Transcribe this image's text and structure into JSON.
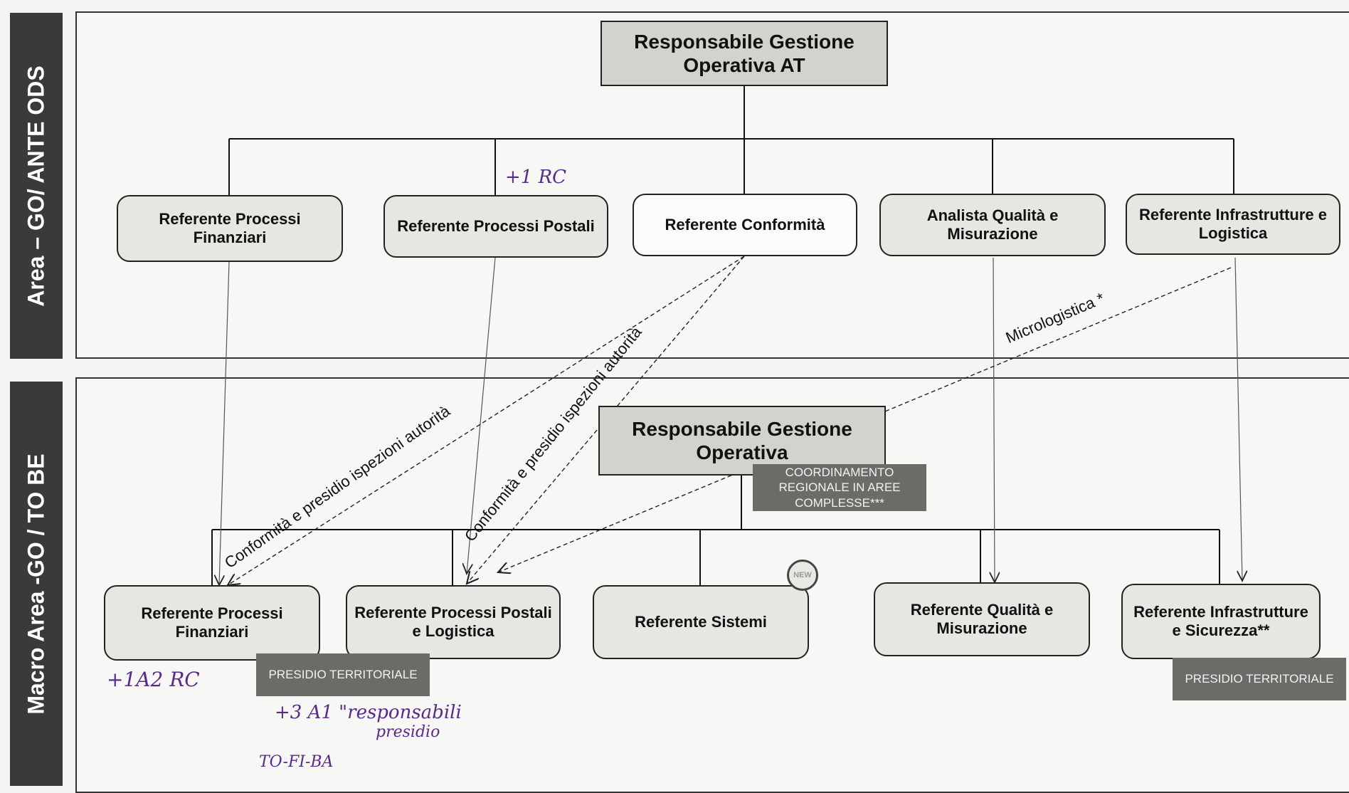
{
  "bands": {
    "top": "Area – GO/ ANTE ODS",
    "bottom": "Macro Area -GO / TO BE"
  },
  "top": {
    "root": "Responsabile Gestione Operativa AT",
    "nodes": [
      "Referente Processi Finanziari",
      "Referente Processi Postali",
      "Referente Conformità",
      "Analista Qualità e Misurazione",
      "Referente Infrastrutture e Logistica"
    ]
  },
  "bottom": {
    "root": "Responsabile Gestione Operativa",
    "root_tag": "COORDINAMENTO REGIONALE IN AREE COMPLESSE***",
    "nodes": [
      "Referente Processi Finanziari",
      "Referente Processi Postali e Logistica",
      "Referente Sistemi",
      "Referente Qualità e Misurazione",
      "Referente Infrastrutture e Sicurezza**"
    ],
    "presidio_1": "PRESIDIO TERRITORIALE",
    "presidio_2": "PRESIDIO TERRITORIALE",
    "new_badge": "NEW"
  },
  "connectors": {
    "conformita_1": "Conformità e presidio ispezioni autorità",
    "conformita_2": "Conformità e presidio ispezioni autorità",
    "micrologistica": "Micrologistica *"
  },
  "handwriting": {
    "note_top": "+1 RC",
    "note_a2": "+1A2 RC",
    "note_a1_line1": "+3 A1 \"responsabili",
    "note_a1_line2": "presidio",
    "note_cities": "TO-FI-BA"
  },
  "colors": {
    "band": "#3a3a3a",
    "box_fill": "#e6e6e2",
    "root_fill": "#d3d3ce",
    "tag_fill": "#6b6b68",
    "handwriting": "#5a2a8a"
  }
}
